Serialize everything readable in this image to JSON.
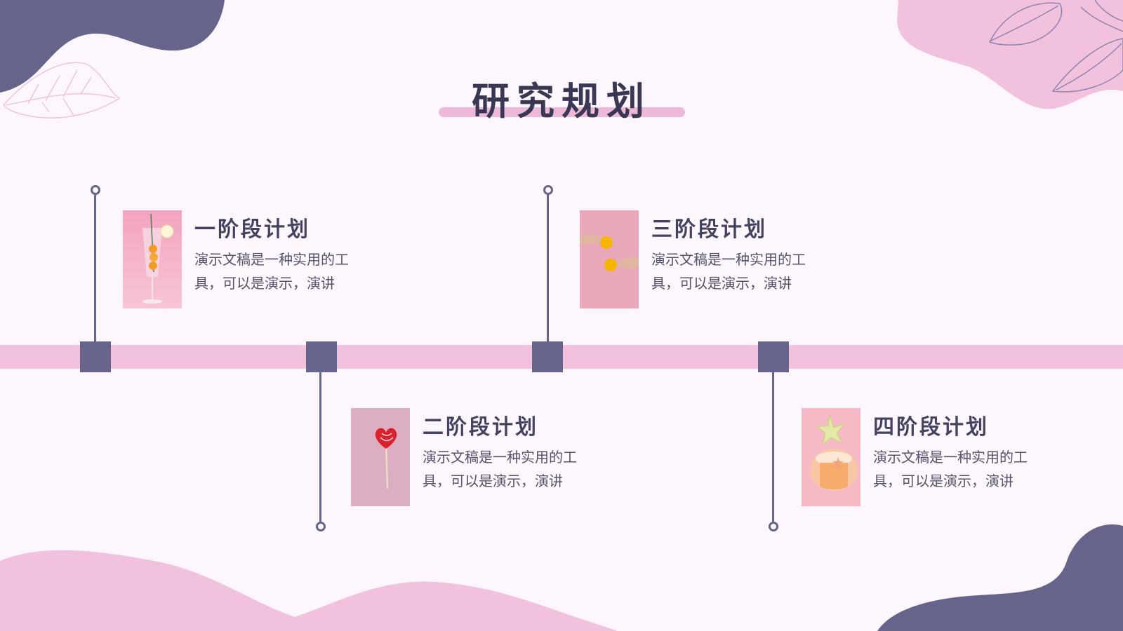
{
  "page": {
    "title": "研究规划"
  },
  "colors": {
    "background": "#fdf7fd",
    "accent_purple": "#67648b",
    "accent_pink": "#f2c1de",
    "title_text": "#3a3755"
  },
  "stages": [
    {
      "title": "一阶段计划",
      "desc": "演示文稿是一种实用的工具，可以是演示，演讲",
      "photo": "cocktail-glass-with-oranges"
    },
    {
      "title": "二阶段计划",
      "desc": "演示文稿是一种实用的工具，可以是演示，演讲",
      "photo": "heart-lollipop"
    },
    {
      "title": "三阶段计划",
      "desc": "演示文稿是一种实用的工具，可以是演示，演讲",
      "photo": "hands-holding-lemons"
    },
    {
      "title": "四阶段计划",
      "desc": "演示文稿是一种实用的工具，可以是演示，演讲",
      "photo": "starfruit-drink-glass"
    }
  ]
}
